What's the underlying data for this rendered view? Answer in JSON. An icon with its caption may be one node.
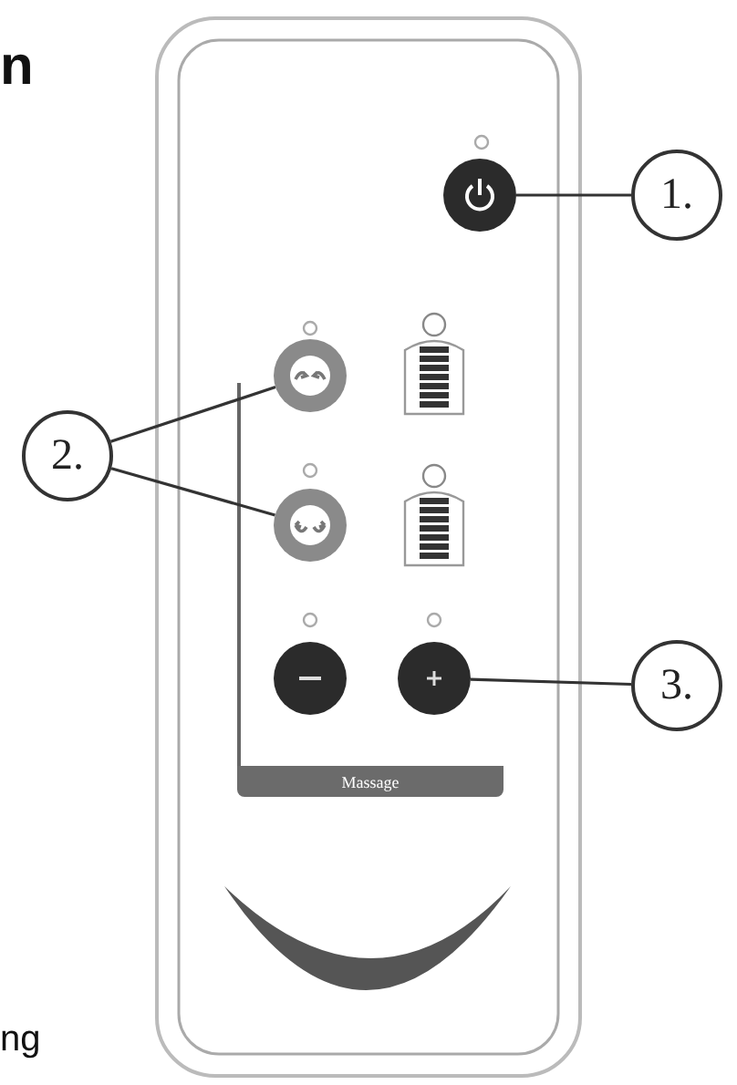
{
  "diagram": {
    "nodes": [
      {
        "text": [],
        "shape": "circle"
      },
      {
        "text": [
          "1."
        ]
      },
      {
        "text": [],
        "shape": "circle"
      },
      {
        "text": [
          "2."
        ]
      },
      {
        "text": [],
        "shape": "circle"
      },
      {
        "text": [],
        "shape": "circle"
      },
      {
        "text": [],
        "shape": "circle"
      },
      {
        "text": [
          "3."
        ]
      },
      {
        "text": [
          "Massage"
        ]
      }
    ],
    "edges": [
      {
        "from": 1,
        "to": 0,
        "arrow": "none"
      },
      {
        "from": 3,
        "to": 2,
        "arrow": "none"
      },
      {
        "from": 3,
        "to": 4,
        "arrow": "none"
      },
      {
        "from": 7,
        "to": 6,
        "arrow": "none"
      }
    ],
    "labels": [
      "n",
      "ng"
    ]
  }
}
